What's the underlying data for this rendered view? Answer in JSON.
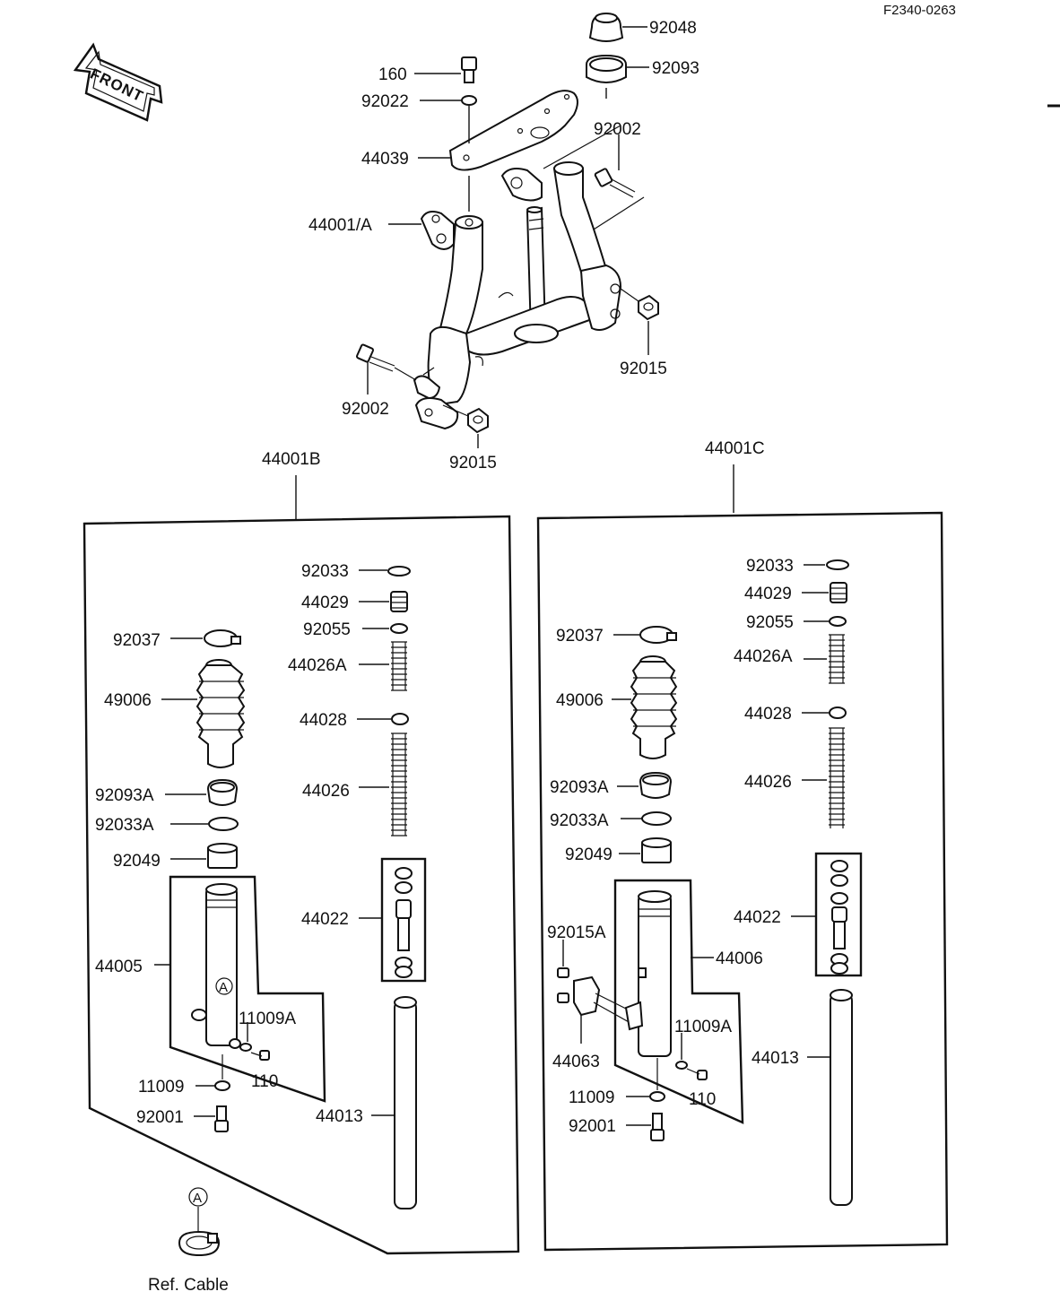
{
  "diagram_code": "F2340-0263",
  "front_label": "FRONT",
  "top": {
    "p92048": "92048",
    "p92093": "92093",
    "p160": "160",
    "p92022": "92022",
    "p92002_upper": "92002",
    "p44039": "44039",
    "p44001A": "44001/A",
    "p92015_right": "92015",
    "p92002_lower": "92002",
    "p92015_lower": "92015"
  },
  "left_panel": {
    "title": "44001B",
    "p92033": "92033",
    "p44029": "44029",
    "p92055": "92055",
    "p44026A": "44026A",
    "p44028": "44028",
    "p44026": "44026",
    "p44022": "44022",
    "p44013": "44013",
    "p92037": "92037",
    "p49006": "49006",
    "p92093A": "92093A",
    "p92033A": "92033A",
    "p92049": "92049",
    "p44005": "44005",
    "p11009A": "11009A",
    "p110": "110",
    "p11009": "11009",
    "p92001": "92001",
    "marker": "A"
  },
  "right_panel": {
    "title": "44001C",
    "p92033": "92033",
    "p44029": "44029",
    "p92055": "92055",
    "p44026A": "44026A",
    "p44028": "44028",
    "p44026": "44026",
    "p44022": "44022",
    "p44013": "44013",
    "p92037": "92037",
    "p49006": "49006",
    "p92093A": "92093A",
    "p92033A": "92033A",
    "p92049": "92049",
    "p92015A": "92015A",
    "p44006": "44006",
    "p44063": "44063",
    "p11009A": "11009A",
    "p110": "110",
    "p11009": "11009",
    "p92001": "92001"
  },
  "cable_ref": {
    "marker": "A",
    "label": "Ref. Cable"
  }
}
